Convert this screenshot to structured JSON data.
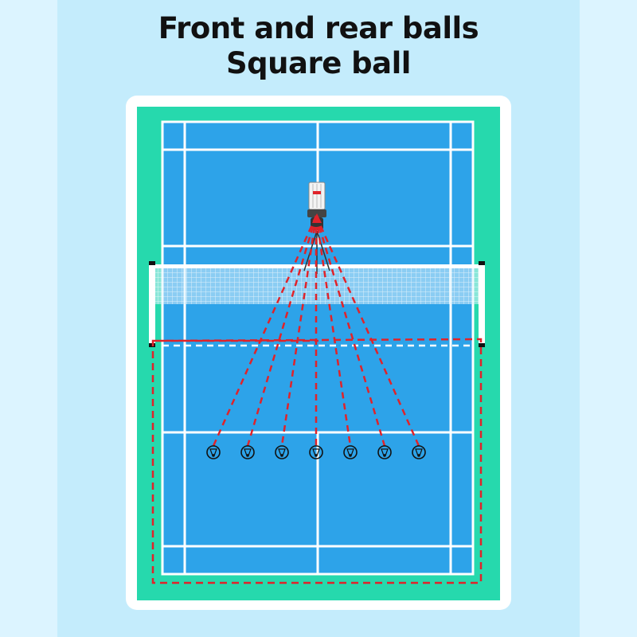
{
  "title": {
    "line1": "Front and rear balls",
    "line2": "Square ball"
  },
  "colors": {
    "background": "#c4ecfc",
    "surround": "#26d9ad",
    "court": "#2da3e9",
    "lines": "#ffffff",
    "trajectory": "#e0232a",
    "target": "#111111"
  },
  "icons": {
    "machine": "shuttlecock-launcher-icon",
    "target": "shuttlecock-target-icon"
  },
  "diagram": {
    "target_count": 7,
    "trajectory_style": "dashed",
    "boundary_path": "dashed"
  }
}
